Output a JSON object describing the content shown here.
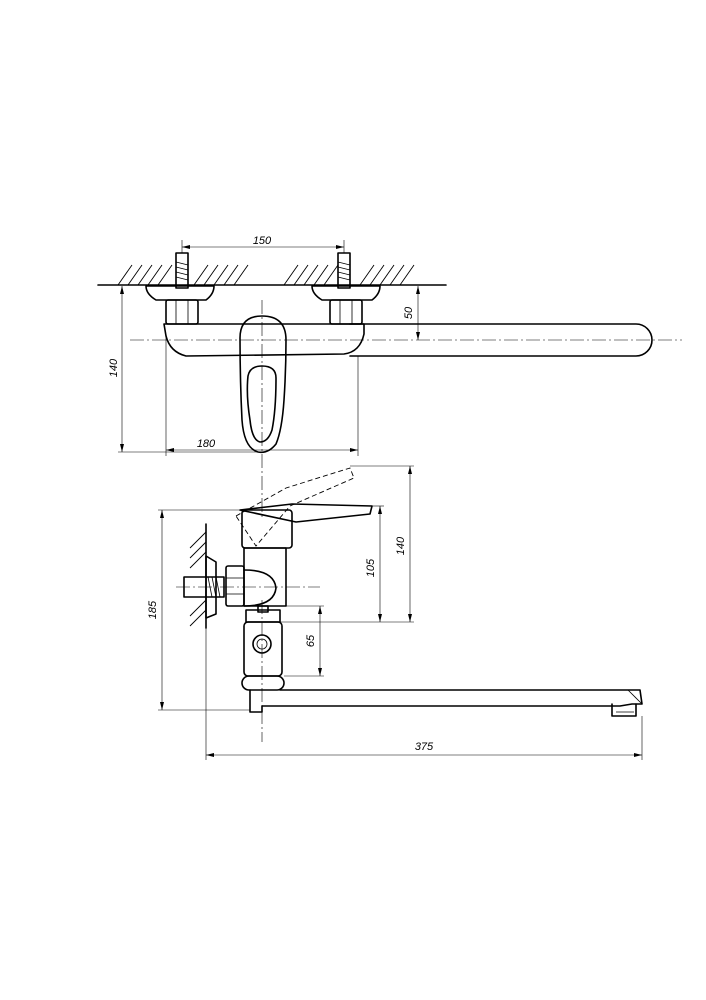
{
  "dimensions": {
    "top_inlet_spacing": "150",
    "top_spout_offset": "50",
    "top_height": "140",
    "top_width": "180",
    "side_lever_height_high": "140",
    "side_lever_height_low": "105",
    "side_outlet_spacing": "65",
    "side_total_height": "185",
    "side_spout_length": "375"
  }
}
